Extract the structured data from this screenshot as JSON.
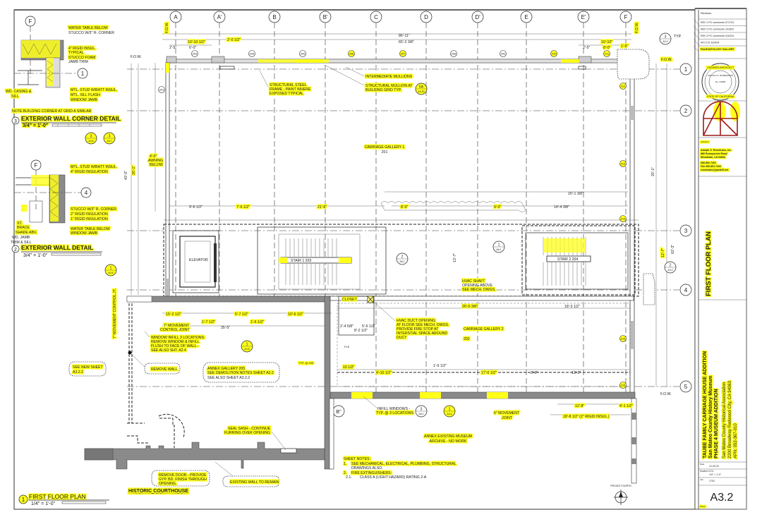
{
  "grid": {
    "columns": [
      "A",
      "A'",
      "B",
      "B'",
      "C",
      "D",
      "D'",
      "E",
      "E'",
      "F"
    ],
    "rows": [
      "1",
      "2",
      "3",
      "4",
      "5"
    ],
    "extra": "B''"
  },
  "colors": {
    "highlight": "#ffff1a",
    "wall": "#8a8a8a",
    "logo": "#9b1b1b",
    "ink": "#222222"
  },
  "door_tags": [
    "203",
    "204",
    "205",
    "206",
    "207",
    "208",
    "209",
    "210",
    "211"
  ],
  "side_tags": [
    "201",
    "212",
    "213",
    "214",
    "215",
    "216"
  ],
  "dimensions": {
    "overall": "86'-11\"",
    "sub": "65'-2 3/8\"",
    "left_top": "10'-10 1/2\"",
    "left_top_b": "6'-0\"",
    "left_a": "2'-5\"",
    "left_b": "2'-0 1/2\"",
    "right_top": "10'-10\"",
    "right_top_b": "8'-0\"",
    "right_a": "2'-5\"",
    "right_b": "1'-5\"",
    "mid1": "9'-6 1/2\"",
    "mid2": "7'-6 1/2\"",
    "mid3": "21'-6\"",
    "mid4": "20'-1 3/8\"",
    "mid5": "14'-4 3/8\"",
    "mid6": "8'-0\"",
    "mid7": "9'-0\"",
    "low1": "15'-2 1/2\"",
    "low2": "5'-7 1/2\"",
    "low3": "10'-6 1/2\"",
    "low4": "35'-5\"",
    "low5": "1'-7 1/2\"",
    "low6": "1'-6 1/2\"",
    "low7": "26'-0 3/8\"",
    "low8": "18'-3 1/2\"",
    "low9": "2'-4 5/8\"",
    "low10": "5'-6 1/2\"",
    "low11": "8'-2 1/2\"",
    "low12": "10 1/2\"",
    "low13": "4'-10 1/2\"",
    "low14": "1'-6 1/2\"",
    "low15": "17'-0 1/2\"",
    "low16": "13'-2\"",
    "low17": "3'-9\"",
    "low18": "12'-8\"",
    "low19": "18'-8 1/2\" (2\" RIGID INSUL.)",
    "low20": "4'-1 1/2\"",
    "vert1": "43'-0\"",
    "vert2": "20'-1\"",
    "vert3": "12'-7\"",
    "vert4": "62'-3\"",
    "vert5": "13'-7\"",
    "fow": "F.O.W."
  },
  "rooms": {
    "gallery1": "CARRIAGE GALLERY 1",
    "gallery1_num": "201",
    "gallery2": "CARRIAGE GALLERY 2",
    "gallery2_num": "202",
    "elevator": "ELEVATOR",
    "stair1": "STAIR 1 203",
    "stair2": "STAIR 2 204",
    "closet": "CLOSET",
    "annex_museum": "ANNEX EXISTING MUSEUM",
    "annex_museum_2": "ARCHIVE - NO WORK",
    "historic": "HISTORIC COURTHOUSE",
    "project_north": "PROJECT NORTH"
  },
  "notes": {
    "intermediate_mullions": "INTERMEDIATE MULLIONS",
    "structural_mullion": "STRUCTURAL MULLION AT",
    "structural_mullion_2": "BUILDING GRID TYP.",
    "steel_1": "STRUCTURAL STEEL",
    "steel_2": "FRAME - PAINT WHERE",
    "steel_3": "EXPOSED TYPICAL",
    "awning_1": "4'-0\"",
    "awning_2": "AWNING",
    "awning_3": "BELOW",
    "hvac_shaft_1": "HVAC SHAFT",
    "hvac_shaft_2": "OPENING ABOVE",
    "hvac_shaft_3": "SEE MECH. DWGS.",
    "hvac_duct_1": "HVAC DUCT OPENING",
    "hvac_duct_2": "AT FLOOR SEE MECH. DWGS.",
    "hvac_duct_3": "PROVIDE FIRE STOP AT",
    "hvac_duct_4": "INTERSTIAL SPACE AROUND",
    "hvac_duct_5": "DUCT",
    "movement_1": "7\" MOVEMENT",
    "movement_2": "CONTROL JOINT",
    "movement_v": "7\" MOVEMENT CONTROL JT.",
    "movement_r1": "6\" MOVEMENT",
    "movement_r2": "JOINT",
    "infill_1": "WINDOW INFILL 3 LOCATIONS:",
    "infill_2": "REMOVE WINDOW & INFILL",
    "infill_3": "FLUSH TO FACE OF WALL -",
    "infill_4": "SEE ALSO SHT. A2.4",
    "remove_wall": "REMOVE WALL",
    "see_new_1": "SEE NEW SHEET",
    "see_new_2": "A3.2.2",
    "annex_1": "ANNEX GALLERY 205",
    "annex_2": "SEE DEMOLITION NOTES SHEET A2.2",
    "annex_3": "SEE ALSO SHEET A3.2.2",
    "seal_1": "SEAL SASH - CONTINUE",
    "seal_2": "FURRING OVER OPENING",
    "remove_door_1": "REMOVE DOOR - PROVIDE",
    "remove_door_2": "GYP. BD. FINISH THROUGH",
    "remove_door_3": "OPENING.",
    "existing_wall": "EXISTING WALL TO REMAIN",
    "infill_windows_1": "INFILL WINDOWS -",
    "infill_windows_2": "TYP. @ 3 LOCATIONS",
    "typ_tag": "TYP. @ 205",
    "typ": "TYP.",
    "fle": "FLE"
  },
  "sheet_notes": {
    "title": "SHEET NOTES:",
    "n1_num": "1.",
    "n1": "SEE MECHANICAL, ELECTRICAL, PLUMBING, STRUCTURAL",
    "n1b": "DRAWINGS ALSO.",
    "n2_num": "2.",
    "n2": "FIRE EXTINGUISHERS:",
    "n21_num": "2.1.",
    "n21": "CLASS A (LIGHT HAZARD) RATING 2-A"
  },
  "detail3": {
    "number": "3",
    "title": "EXTERIOR WALL CORNER DETAIL",
    "scale": "3/4\" = 1'-0\"",
    "grid": "F",
    "grid_row": "1",
    "note": "NOTE:BUILDING CORNER AT GRID A SIMILAR",
    "labels": [
      "WATER TABLE BELOW",
      "STUCCO W/3\" R. CORNER",
      "4\" RIGID INSUL.",
      "TYPICAL",
      "STUCCO FOAM",
      "JAMB TRIM",
      "MTL. STUD W/BATT INSUL.",
      "MTL. SILL FLASH",
      "WINDOW JAMB",
      "WD. CASING &",
      "SILL"
    ],
    "refs": [
      "A4.6",
      "A4.7"
    ]
  },
  "detail2": {
    "number": "2",
    "title": "EXTERIOR WALL DETAIL",
    "scale": "3/4\" = 1'-0\"",
    "grid": "F",
    "grid_row": "4",
    "labels": [
      "MTL. STUD W/BATT INSUL.",
      "4\" RIGID INSULATION",
      "STUCCO W/3\" R. CORNER",
      "2\" RIGID INSULATION",
      "1\" RIGID INSULATION",
      "WATER TABLE BELOW",
      "WINDOW JAMB",
      "ST.",
      "BRACE",
      "SHADE ABV.",
      "WD. JAMB",
      "TRIM & SILL"
    ],
    "ref": "A4.5"
  },
  "detail1": {
    "number": "1",
    "title": "FIRST FLOOR  PLAN",
    "scale": "1/4\" = 1'-0\""
  },
  "callouts": {
    "c3": "3",
    "c3_ref": "A3.2",
    "c2": "2",
    "c2_ref": "A3.2",
    "c2b": "2",
    "c2b_ref": "A6.1",
    "c1a": "1",
    "c1a_ref": "A6.1",
    "c6a": "6A",
    "c6a_ref": "A4.30",
    "c1b": "1",
    "c1b_ref": "A4.8",
    "c3b": "3",
    "c3b_ref": "A5.1",
    "c1c": "1",
    "c1c_ref": "A4.4"
  },
  "title_block": {
    "revision_header": "Revision",
    "revisions": [
      "REV 1 PC comments 071723",
      "REV 2 PC comments 101623",
      "REV 3 PC comments 010224",
      "RFI C70 102424",
      "PALEONTOLOGY GALLERY"
    ],
    "stamp_text": "LICENSED ARCHITECT",
    "stamp_name": "ADOLPH S. ROSEKRANS",
    "stamp_num": "No. C2856",
    "stamp_state": "STATE OF CALIFORNIA",
    "architect_label": "Architect",
    "architect": [
      "Adolph S. Rosekrans, Inc",
      "880 Runnymede Road",
      "Woodside, CA 94062"
    ],
    "contact": [
      "650.851.7201",
      "Fax 650.851.7202",
      "rosekrans@pacbell.net"
    ],
    "sheet_title": "FIRST FLOOR PLAN",
    "project": [
      "TAUBE FAMILY CARRIAGE HOUSE ADDITION",
      "San Mateo County History Museum",
      "PHASE 4 MUSEUM ADDITION"
    ],
    "client": [
      "San Mateo County Historical Association",
      "2200 Broadway Redwood City, CA 94063",
      "APN:  052-367-010"
    ],
    "date_label": "Date",
    "date": "12-09-22",
    "scale_label": "Scale",
    "scale": "U.O.N.",
    "scale_2": "1/4\" = 1'-0\"",
    "job_label": "Job",
    "job": "1702",
    "sheet_label": "Sheet",
    "sheet_number": "A3.2"
  }
}
